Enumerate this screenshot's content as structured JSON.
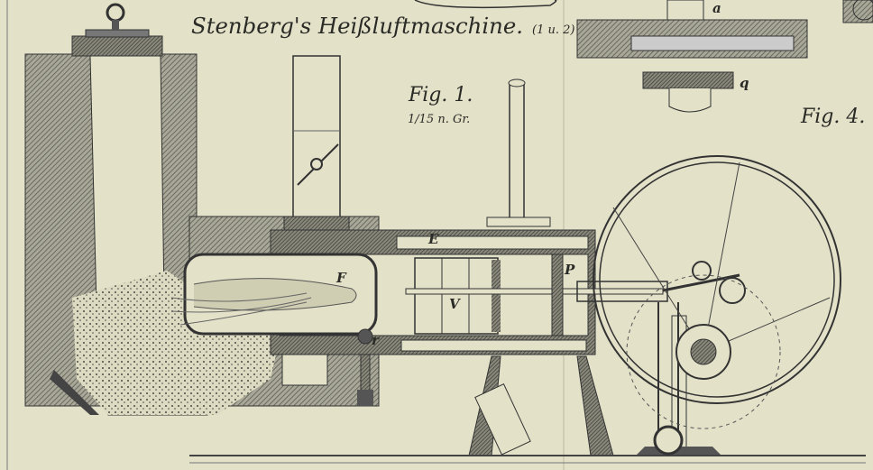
{
  "title": "Stenberg's Heißluftmaschine.",
  "title_ref": "(1 u. 2)",
  "figures": [
    {
      "label": "Fig. 1.",
      "scale": "1/15 n. Gr."
    },
    {
      "label": "Fig. 4."
    }
  ],
  "part_labels": {
    "a": "a",
    "q": "q",
    "E": "E",
    "F": "F",
    "V": "V",
    "P": "P",
    "r": "r"
  },
  "colors": {
    "paper": "#e3e1c8",
    "ink": "#2a2a26",
    "hatch": "#8a8a80"
  }
}
